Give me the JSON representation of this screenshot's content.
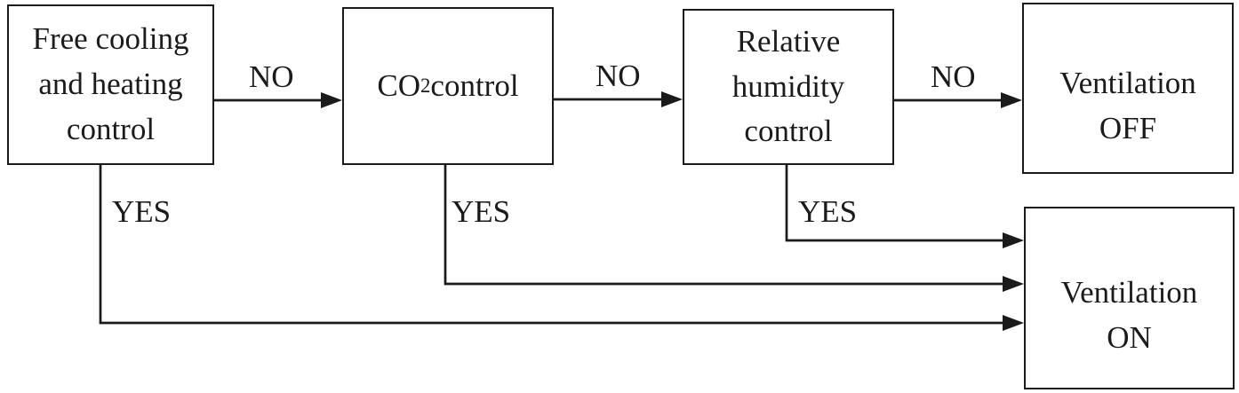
{
  "figure": {
    "type": "flowchart",
    "background": "#ffffff",
    "line_color": "#1b1b1b",
    "text_color": "#1b1b1b"
  },
  "boxes": {
    "free_cooling": {
      "lines": [
        "Free cooling",
        "and heating",
        "control"
      ]
    },
    "co2": {
      "formula_prefix": "CO",
      "formula_subscript": "2",
      "suffix": " control"
    },
    "relative_humidity": {
      "lines": [
        "Relative",
        "humidity",
        "control"
      ]
    },
    "ventilation_off": {
      "lines": [
        "Ventilation",
        "OFF"
      ]
    },
    "ventilation_on": {
      "lines": [
        "Ventilation",
        "ON"
      ]
    }
  },
  "edges": [
    {
      "from": "free-cooling-and-heating-control",
      "to": "co2-control",
      "label": "NO"
    },
    {
      "from": "co2-control",
      "to": "relative-humidity-control",
      "label": "NO"
    },
    {
      "from": "relative-humidity-control",
      "to": "ventilation-off",
      "label": "NO"
    },
    {
      "from": "free-cooling-and-heating-control",
      "to": "ventilation-on",
      "label": "YES"
    },
    {
      "from": "co2-control",
      "to": "ventilation-on",
      "label": "YES"
    },
    {
      "from": "relative-humidity-control",
      "to": "ventilation-on",
      "label": "YES"
    }
  ]
}
